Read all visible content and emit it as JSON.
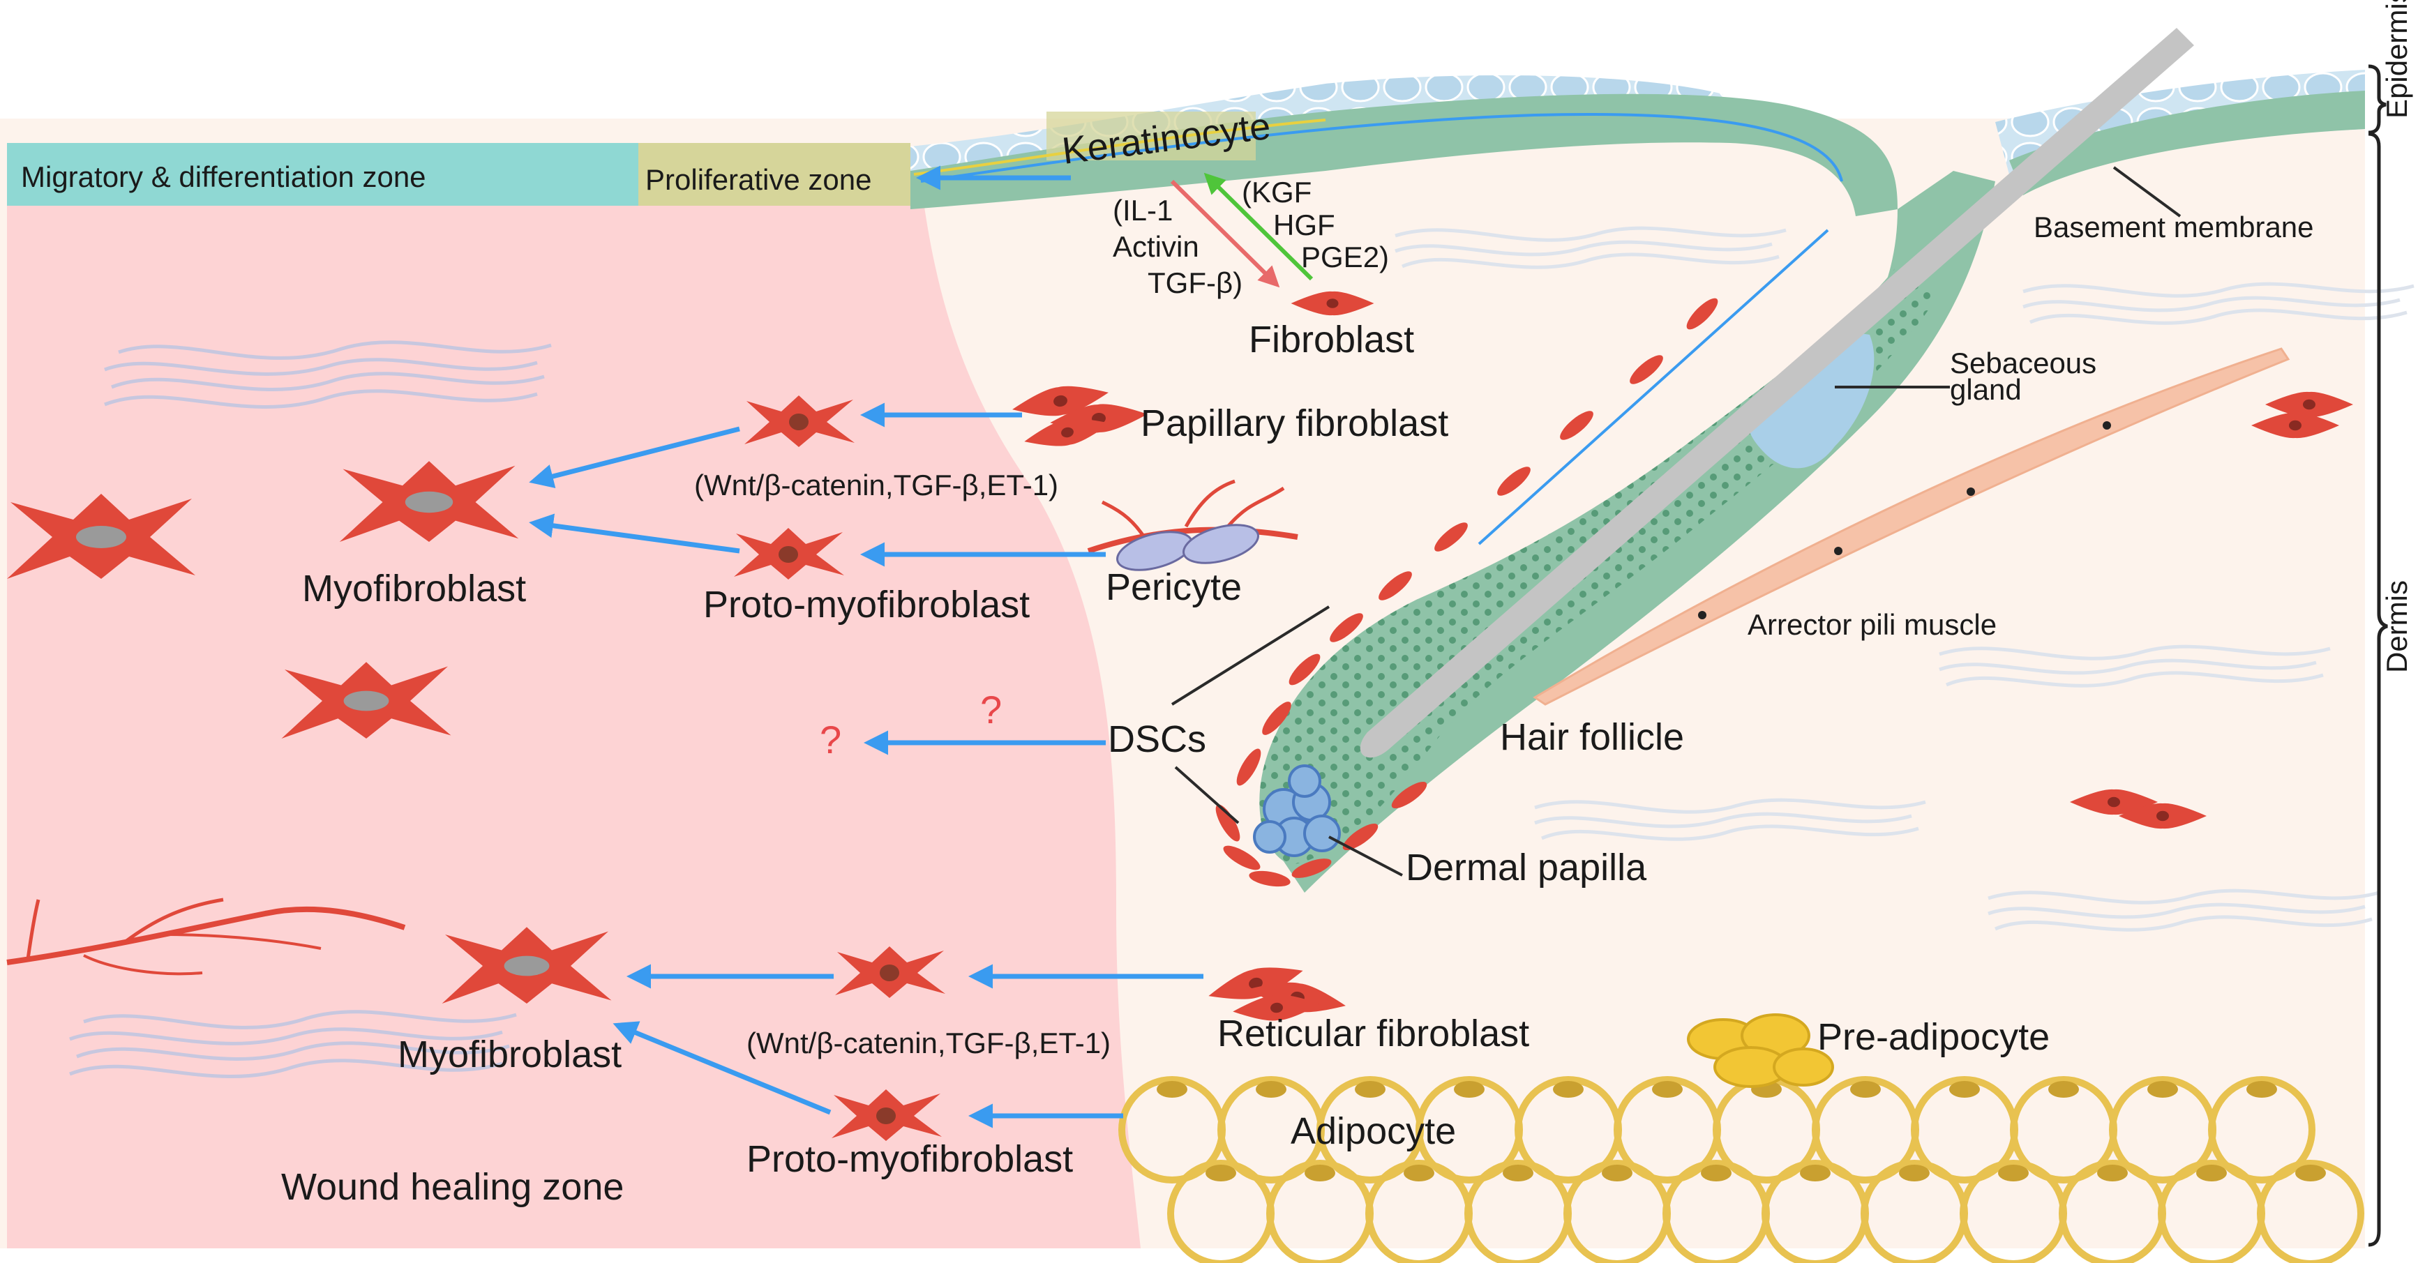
{
  "labels": {
    "migratory_zone": "Migratory & differentiation zone",
    "proliferative_zone": "Proliferative zone",
    "keratinocyte": "Keratinocyte",
    "keratinocyte_signals": [
      "(IL-1",
      "Activin",
      "TGF-β)"
    ],
    "fibroblast_signals": [
      "(KGF",
      "HGF",
      "PGE2)"
    ],
    "fibroblast": "Fibroblast",
    "papillary_fibroblast": "Papillary fibroblast",
    "pathway_top": "(Wnt/β-catenin,TGF-β,ET-1)",
    "pericyte": "Pericyte",
    "myofibroblast_top": "Myofibroblast",
    "proto_myofibroblast_top": "Proto-myofibroblast",
    "dscs": "DSCs",
    "question_1": "?",
    "question_2": "?",
    "hair_follicle": "Hair follicle",
    "dermal_papilla": "Dermal papilla",
    "sebaceous_gland": [
      "Sebaceous",
      "gland"
    ],
    "basement_membrane": "Basement membrane",
    "arrector_pili_muscle": "Arrector pili muscle",
    "reticular_fibroblast": "Reticular fibroblast",
    "pathway_bottom": "(Wnt/β-catenin,TGF-β,ET-1)",
    "myofibroblast_bottom": "Myofibroblast",
    "proto_myofibroblast_bottom": "Proto-myofibroblast",
    "pre_adipocyte": "Pre-adipocyte",
    "adipocyte": "Adipocyte",
    "wound_healing_zone": "Wound healing zone",
    "epidermis": "Epidermis",
    "dermis": "Dermis"
  },
  "colors": {
    "wound_zone": "#fdd3d4",
    "dermis": "#fdf3ec",
    "arrow": "#3a9bf0",
    "cell": "#e0483a",
    "follicle": "#8fc3a8",
    "adipocyte": "#e8c250",
    "epidermis_blue": "#cfe5f2",
    "migratory_band": "#8fd8d3",
    "proliferative_band": "#d6d59a",
    "signal_red": "#e86a6a",
    "signal_green": "#4fc53a"
  }
}
